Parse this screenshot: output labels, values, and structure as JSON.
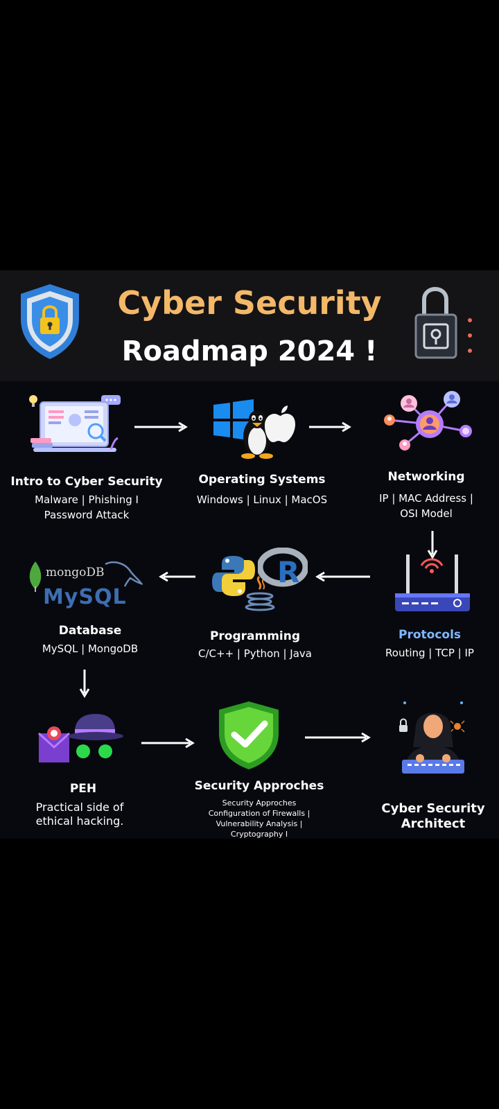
{
  "header": {
    "title_line1": "Cyber Security",
    "title_line2": "Roadmap 2024 !"
  },
  "nodes": [
    {
      "title": "Intro to Cyber Security",
      "sub1": "Malware | Phishing I",
      "sub2": "Password Attack"
    },
    {
      "title": "Operating Systems",
      "sub1": "Windows | Linux | MacOS"
    },
    {
      "title": "Networking",
      "sub1": "IP | MAC Address |",
      "sub2": "OSI Model"
    },
    {
      "title": "Database",
      "sub1": "MySQL | MongoDB"
    },
    {
      "title": "Programming",
      "sub1": "C/C++ | Python | Java"
    },
    {
      "title": "Protocols",
      "sub1": "Routing | TCP | IP"
    },
    {
      "title": "PEH",
      "sub1": "Practical side of",
      "sub2": "ethical hacking."
    },
    {
      "title": "Security Approches",
      "sub1": "Security Approches",
      "sub2": "Configuration of Firewalls |",
      "sub3": "Vulnerability Analysis |",
      "sub4": "Cryptography I"
    },
    {
      "title1": "Cyber Security",
      "title2": "Architect"
    }
  ],
  "logos": {
    "mongodb": "mongoDB",
    "mysql": "MySQL",
    "r_letter": "R"
  },
  "colors": {
    "title_orange": "#f3b868",
    "protocols_blue": "#7fb8ff",
    "background": "#08090f",
    "header_bg": "#141316"
  },
  "icons": [
    "shield-lock-icon",
    "padlock-icon",
    "laptop-icon",
    "windows-icon",
    "linux-tux-icon",
    "apple-icon",
    "network-people-icon",
    "mongodb-leaf-icon",
    "python-icon",
    "java-cup-icon",
    "r-logo-icon",
    "router-icon",
    "hacker-hat-icon",
    "check-shield-icon",
    "hooded-hacker-icon"
  ]
}
